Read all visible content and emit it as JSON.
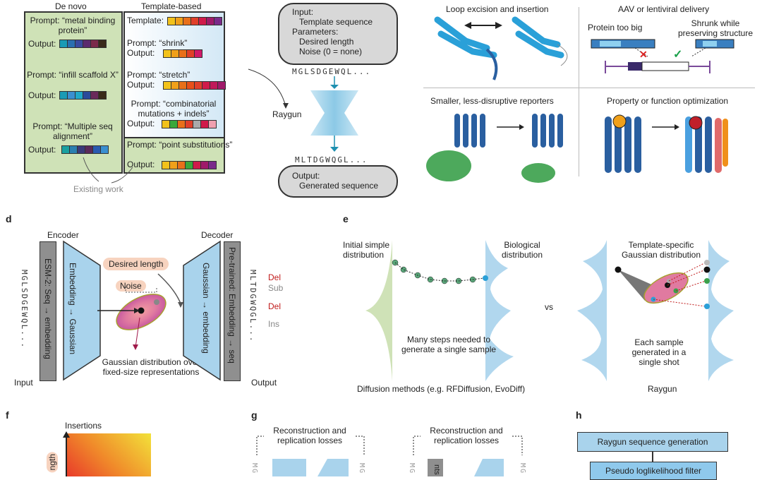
{
  "panel_a": {
    "denovo_title": "De novo",
    "template_title": "Template-based",
    "prompt_metal": "Prompt: “metal binding protein”",
    "prompt_scaffold": "Prompt: “infill scaffold X”",
    "prompt_msa": "Prompt: “Multiple seq alignment”",
    "output_label": "Output:",
    "template_label": "Template:",
    "prompt_shrink": "Prompt: “shrink”",
    "prompt_stretch": "Prompt: “stretch”",
    "prompt_combo": "Prompt: “combinatorial mutations + indels”",
    "prompt_point": "Prompt: “point substitutions”",
    "existing_work": "Existing work"
  },
  "panel_b": {
    "input_title": "Input:",
    "input_line1": "Template sequence",
    "params_title": "Parameters:",
    "params_line1": "Desired length",
    "params_line2": "Noise (0 = none)",
    "seq_in": "MGLSDGEWQL...",
    "raygun_label": "Raygun",
    "seq_out": "MLTDGWQGL...",
    "output_title": "Output:",
    "output_line1": "Generated sequence"
  },
  "panel_c": {
    "loop": "Loop excision and insertion",
    "aav": "AAV or lentiviral delivery",
    "too_big": "Protein too big",
    "shrunk": "Shrunk while preserving structure",
    "reporters": "Smaller, less-disruptive reporters",
    "property": "Property or function optimization"
  },
  "panel_d": {
    "letter": "d",
    "encoder": "Encoder",
    "decoder": "Decoder",
    "seq_in": "MGLSDGEWQL...",
    "esm": "ESM-2: Seq → embedding",
    "emb_gauss": "Embedding → Gaussian",
    "desired_length": "Desired length",
    "noise": "Noise",
    "gauss_emb": "Gaussian → embedding",
    "pretrained": "Pre-trained: Embedding → seq",
    "seq_out": "MLTDGWQGL...",
    "del1": "Del",
    "sub": "Sub",
    "del2": "Del",
    "ins": "Ins",
    "gauss_caption": "Gaussian distribution over fixed-size representations",
    "input": "Input",
    "output": "Output"
  },
  "panel_e": {
    "letter": "e",
    "initial": "Initial simple distribution",
    "biological": "Biological distribution",
    "template_specific": "Template-specific Gaussian distribution",
    "vs": "vs",
    "many_steps": "Many steps needed to generate a single sample",
    "each_sample": "Each sample generated in a single shot",
    "diffusion": "Diffusion methods (e.g. RFDiffusion, EvoDiff)",
    "raygun": "Raygun"
  },
  "panel_f": {
    "letter": "f",
    "insertions": "Insertions",
    "length_frag": "ngth"
  },
  "panel_g": {
    "letter": "g",
    "recon1": "Reconstruction and replication losses",
    "recon2": "Reconstruction and replication losses",
    "mg": "MG",
    "nts": "nts"
  },
  "panel_h": {
    "letter": "h",
    "step1": "Raygun sequence generation",
    "step2": "Pseudo loglikelihood filter"
  },
  "colors": {
    "green_box": "#cfe2b7",
    "blue_shape": "#a9d3ec",
    "gray_bar": "#8f8f8f",
    "pill_gray": "#d8d8d8",
    "salmon_pill": "#f7d3bf",
    "red": "#d22",
    "teal_arrow": "#1e90b0"
  }
}
